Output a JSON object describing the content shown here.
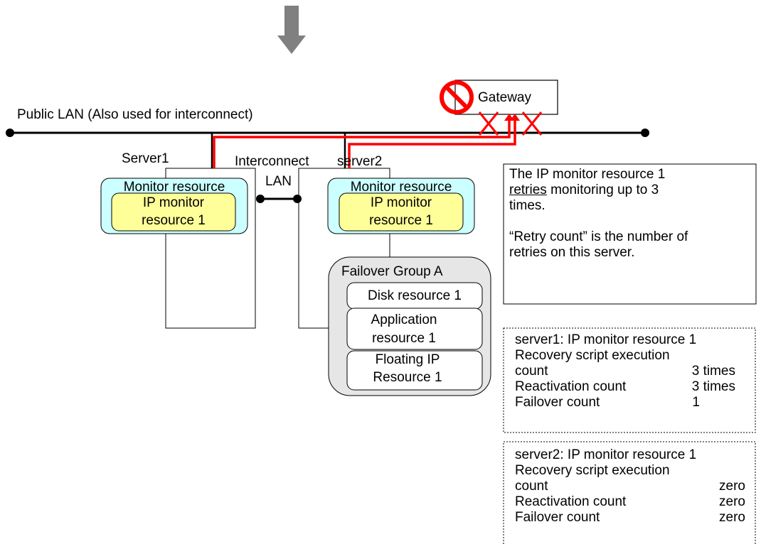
{
  "colors": {
    "arrow": "#808080",
    "monitor_fill": "#ccffff",
    "ip_monitor_fill": "#ffff99",
    "failover_fill": "#e6e6e6",
    "path_red": "#ff0000",
    "line": "#000000"
  },
  "icons": {
    "down_arrow": "down-arrow-icon",
    "prohibit": "prohibited-icon",
    "x_mark": "x-mark-icon"
  },
  "diagram": {
    "public_lan_label": "Public LAN (Also used for interconnect)",
    "gateway_label": "Gateway",
    "server1_label": "Server1",
    "server2_label": "server2",
    "interconnect_label_line1": "Interconnect",
    "interconnect_label_line2": "LAN",
    "server1_monitor_label": "Monitor resource",
    "server1_ip_monitor_label_line1": "IP monitor",
    "server1_ip_monitor_label_line2": "resource 1",
    "server2_monitor_label": "Monitor resource",
    "server2_ip_monitor_label_line1": "IP monitor",
    "server2_ip_monitor_label_line2": "resource 1",
    "failover_group_label": "Failover Group A",
    "disk_resource_label": "Disk resource 1",
    "application_resource_line1": "Application",
    "application_resource_line2": "resource 1",
    "floating_ip_line1": "Floating IP",
    "floating_ip_line2": "Resource 1"
  },
  "note": {
    "line1": "The IP monitor resource 1",
    "line2_underlined": "retries",
    "line2_rest": " monitoring up to 3",
    "line3": "times.",
    "line4": "“Retry count” is the number of",
    "line5": "retries on this server."
  },
  "server1_counts": {
    "title": "server1: IP monitor resource 1",
    "recovery_label_line1": "Recovery script execution",
    "recovery_label_line2": "count",
    "recovery_value": "3 times",
    "reactivation_label": "Reactivation count",
    "reactivation_value": "3 times",
    "failover_label": "Failover count",
    "failover_value": "1"
  },
  "server2_counts": {
    "title": "server2: IP monitor resource 1",
    "recovery_label_line1": "Recovery script execution",
    "recovery_label_line2": "count",
    "recovery_value": "zero",
    "reactivation_label": "Reactivation count",
    "reactivation_value": "zero",
    "failover_label": "Failover count",
    "failover_value": "zero"
  }
}
